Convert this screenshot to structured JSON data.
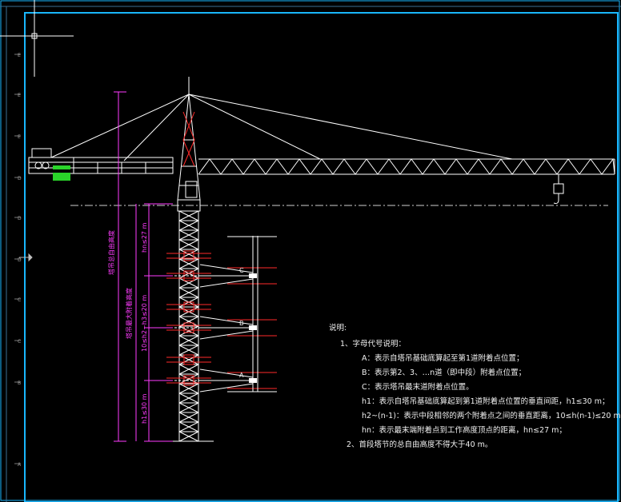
{
  "drawing": {
    "colors": {
      "background": "#000000",
      "frame": "#19b7ff",
      "structure": "#ffffff",
      "dimension": "#ff3cff",
      "tie": "#ff2a2a",
      "cab": "#2ad42a"
    },
    "anchor_labels": {
      "a": "A",
      "b": "B",
      "c": "C"
    },
    "dimensions": {
      "h1": "h1≤30 m",
      "h2": "10≤h2~h3≤20 m",
      "hn": "hn≤27 m",
      "total_left": "塔吊总自由高度",
      "total_right": "塔吊最大附着高度"
    },
    "ruler_ticks": [
      "E",
      "E",
      "E",
      "D",
      "D",
      "D",
      "C",
      "C",
      "B",
      "A"
    ]
  },
  "notes": {
    "title": "说明:",
    "item1": "1、字母代号说明：",
    "a": "A：表示自塔吊基础底算起至第1道附着点位置；",
    "b": "B：表示第2、3、…n道（即中段）附着点位置；",
    "c": "C：表示塔吊最末道附着点位置。",
    "h1": "h1：表示自塔吊基础底算起到第1道附着点位置的垂直间距，h1≤30 m；",
    "h2": "h2~(n-1)：表示中段相邻的两个附着点之间的垂直距离，10≤h(n-1)≤20 m；",
    "hn": "hn：表示最末端附着点到工作高度顶点的距离，hn≤27 m；",
    "item2": "2、首段塔节的总自由高度不得大于40 m。"
  }
}
